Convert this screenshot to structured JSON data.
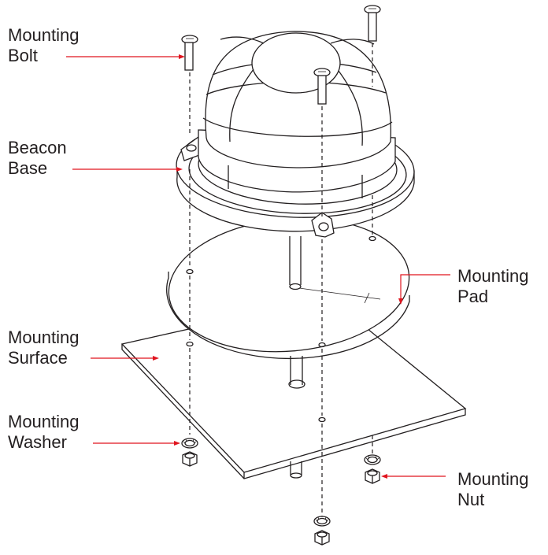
{
  "labels": {
    "mounting_bolt": [
      "Mounting",
      "Bolt"
    ],
    "beacon_base": [
      "Beacon",
      "Base"
    ],
    "mounting_pad": [
      "Mounting",
      "Pad"
    ],
    "mounting_surface": [
      "Mounting",
      "Surface"
    ],
    "mounting_washer": [
      "Mounting",
      "Washer"
    ],
    "mounting_nut": [
      "Mounting",
      "Nut"
    ]
  },
  "colors": {
    "line": "#231f20",
    "leader": "#e0151f",
    "background": "#ffffff"
  }
}
